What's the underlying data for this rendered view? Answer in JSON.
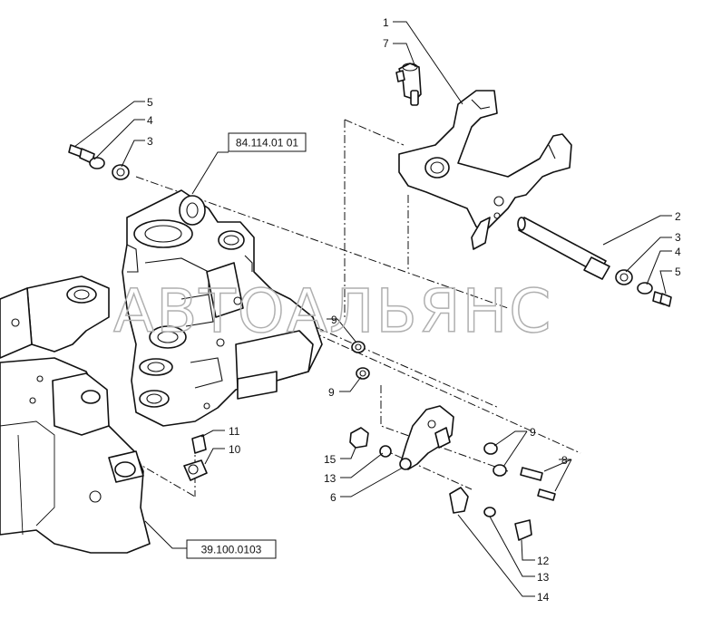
{
  "watermark": {
    "text": "АВТОАЛЬЯНС"
  },
  "references": {
    "upper": "84.114.01 01",
    "lower": "39.100.0103"
  },
  "callouts": {
    "c1": "1",
    "c7": "7",
    "c5a": "5",
    "c4a": "4",
    "c3a": "3",
    "c2": "2",
    "c3b": "3",
    "c4b": "4",
    "c5b": "5",
    "c9a": "9",
    "c9b": "9",
    "c9c": "9",
    "c8": "8",
    "c11": "11",
    "c10": "10",
    "c15": "15",
    "c13a": "13",
    "c6": "6",
    "c12": "12",
    "c13b": "13",
    "c14": "14"
  },
  "colors": {
    "line": "#111111",
    "background": "#ffffff",
    "watermark": "#b0b0b0"
  }
}
